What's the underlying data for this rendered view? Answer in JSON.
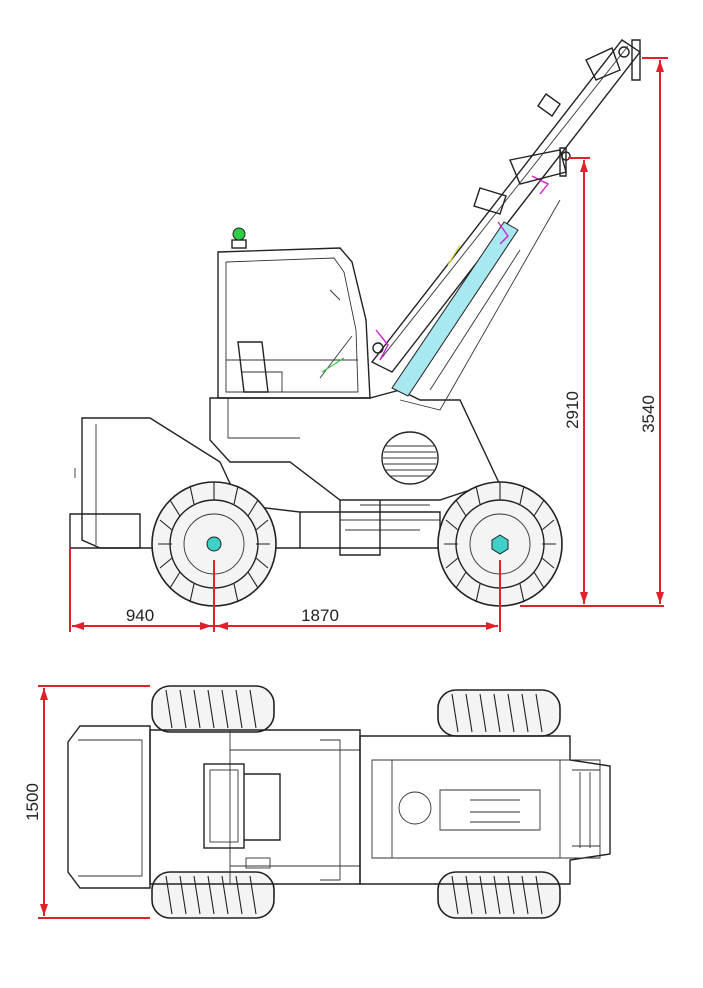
{
  "dimensions": {
    "front_overhang": "940",
    "wheelbase": "1870",
    "fork_pin_height": "2910",
    "max_height": "3540",
    "overall_width": "1500"
  },
  "colors": {
    "dimension_line": "#e0202a",
    "beacon": "#2ecc40",
    "hub": "#3fd0c8",
    "boom_hydraulics": "#d81bd8",
    "boom_cylinder": "#a8e8f0",
    "outline": "#222222"
  }
}
